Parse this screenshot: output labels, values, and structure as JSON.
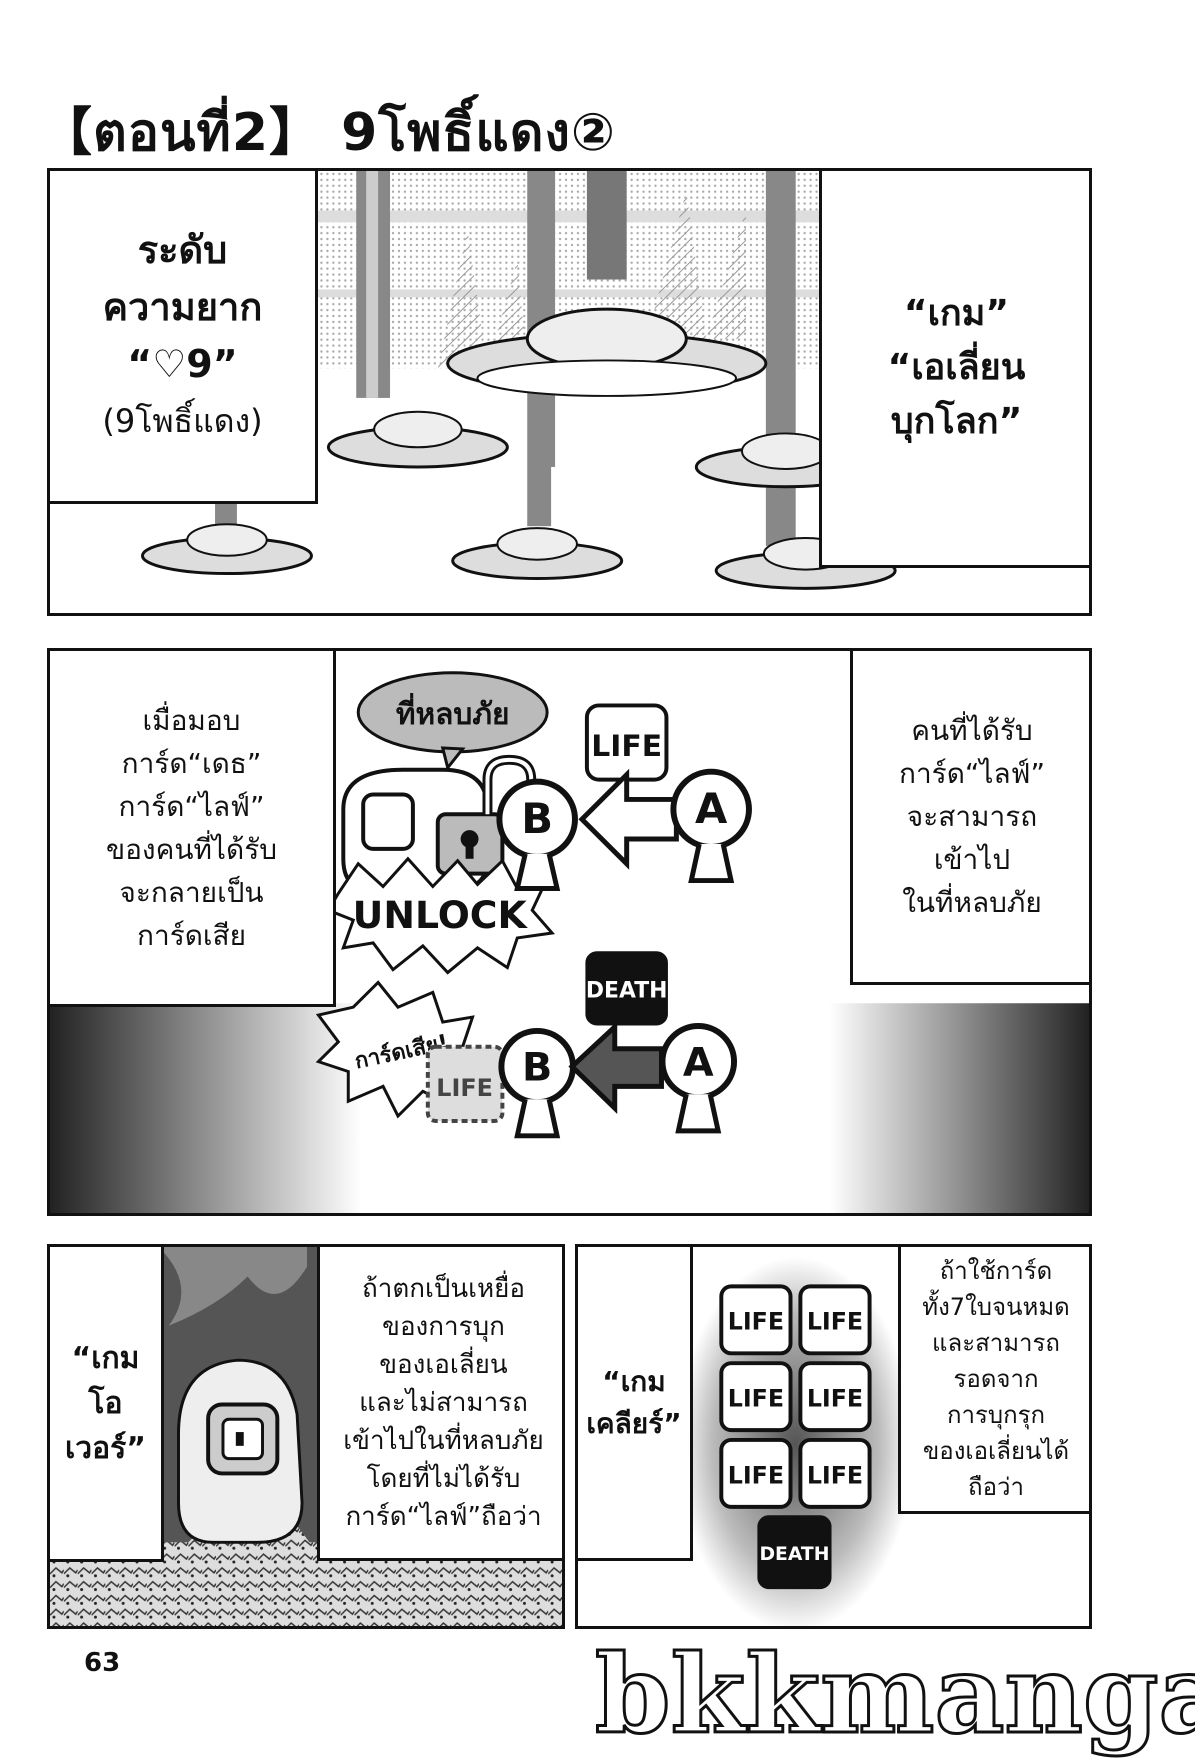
{
  "title": "【ตอนที่2】 9โพธิ์แดง②",
  "panel1": {
    "caption_left": {
      "lines": [
        "ระดับ",
        "ความยาก",
        "“♡9”"
      ],
      "sub": "(9โพธิ์แดง)"
    },
    "caption_right": {
      "lines": [
        "“เกม”",
        "“เอเลี่ยน",
        "บุกโลก”"
      ]
    }
  },
  "panel2": {
    "caption_left": {
      "lines": [
        "เมื่อมอบ",
        "การ์ด“เดธ”",
        "การ์ด“ไลฟ์”",
        "ของคนที่ได้รับ",
        "จะกลายเป็น",
        "การ์ดเสีย"
      ]
    },
    "caption_right": {
      "lines": [
        "คนที่ได้รับ",
        "การ์ด“ไลฟ์”",
        "จะสามารถ",
        "เข้าไป",
        "ในที่หลบภัย"
      ]
    },
    "speech_bubble": "ที่หลบภัย",
    "unlock_label": "UNLOCK",
    "life_card": "LIFE",
    "death_card": "DEATH",
    "broken_card_label": "การ์ดเสีย!",
    "person_b": "B",
    "person_a": "A"
  },
  "panel3": {
    "caption_left": {
      "lines": [
        "“เกม",
        "โอ",
        "เวอร์”"
      ]
    },
    "caption_mid": {
      "lines": [
        "ถ้าตกเป็นเหยื่อ",
        "ของการบุก",
        "ของเอเลี่ยน",
        "และไม่สามารถ",
        "เข้าไปในที่หลบภัย",
        "โดยที่ไม่ได้รับ",
        "การ์ด“ไลฟ์”ถือว่า"
      ]
    }
  },
  "panel4": {
    "caption_left": {
      "lines": [
        "“เกม",
        "เคลียร์”"
      ]
    },
    "caption_right": {
      "lines": [
        "ถ้าใช้การ์ด",
        "ทั้ง7ใบจนหมด",
        "และสามารถ",
        "รอดจาก",
        "การบุกรุก",
        "ของเอเลี่ยนได้",
        "ถือว่า"
      ]
    },
    "cards": [
      "LIFE",
      "LIFE",
      "LIFE",
      "LIFE",
      "LIFE",
      "LIFE",
      "DEATH"
    ]
  },
  "page_number": "63",
  "watermark": "bkkmanga"
}
